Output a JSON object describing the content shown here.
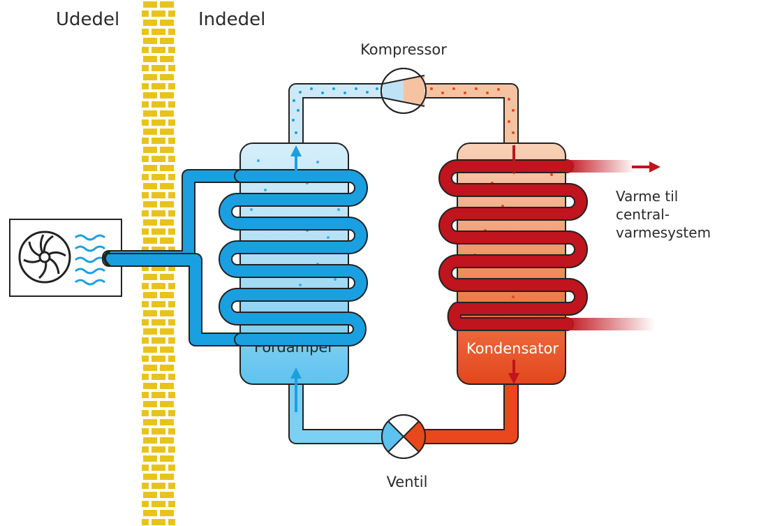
{
  "labels": {
    "outdoor": "Udedel",
    "indoor": "Indedel",
    "compressor": "Kompressor",
    "evaporator": "Fordamper",
    "condenser": "Kondensator",
    "valve": "Ventil",
    "heat_output": [
      "Varme til",
      "central-",
      "varmesystem"
    ]
  },
  "colors": {
    "wall": "#e8c31c",
    "wall_mortar": "#ffffff",
    "water_blue": "#1aa0e0",
    "refrigerant_cold": "#bfe3f6",
    "refrigerant_cold_dark": "#5cc2ef",
    "refrigerant_hot_light": "#f7c7a8",
    "refrigerant_hot_dark": "#e8481c",
    "heating_red": "#c0141e",
    "outline": "#222222"
  },
  "icons": [
    "fan-icon",
    "air-waves-icon",
    "compressor-icon",
    "valve-icon",
    "flow-arrow-icon"
  ]
}
